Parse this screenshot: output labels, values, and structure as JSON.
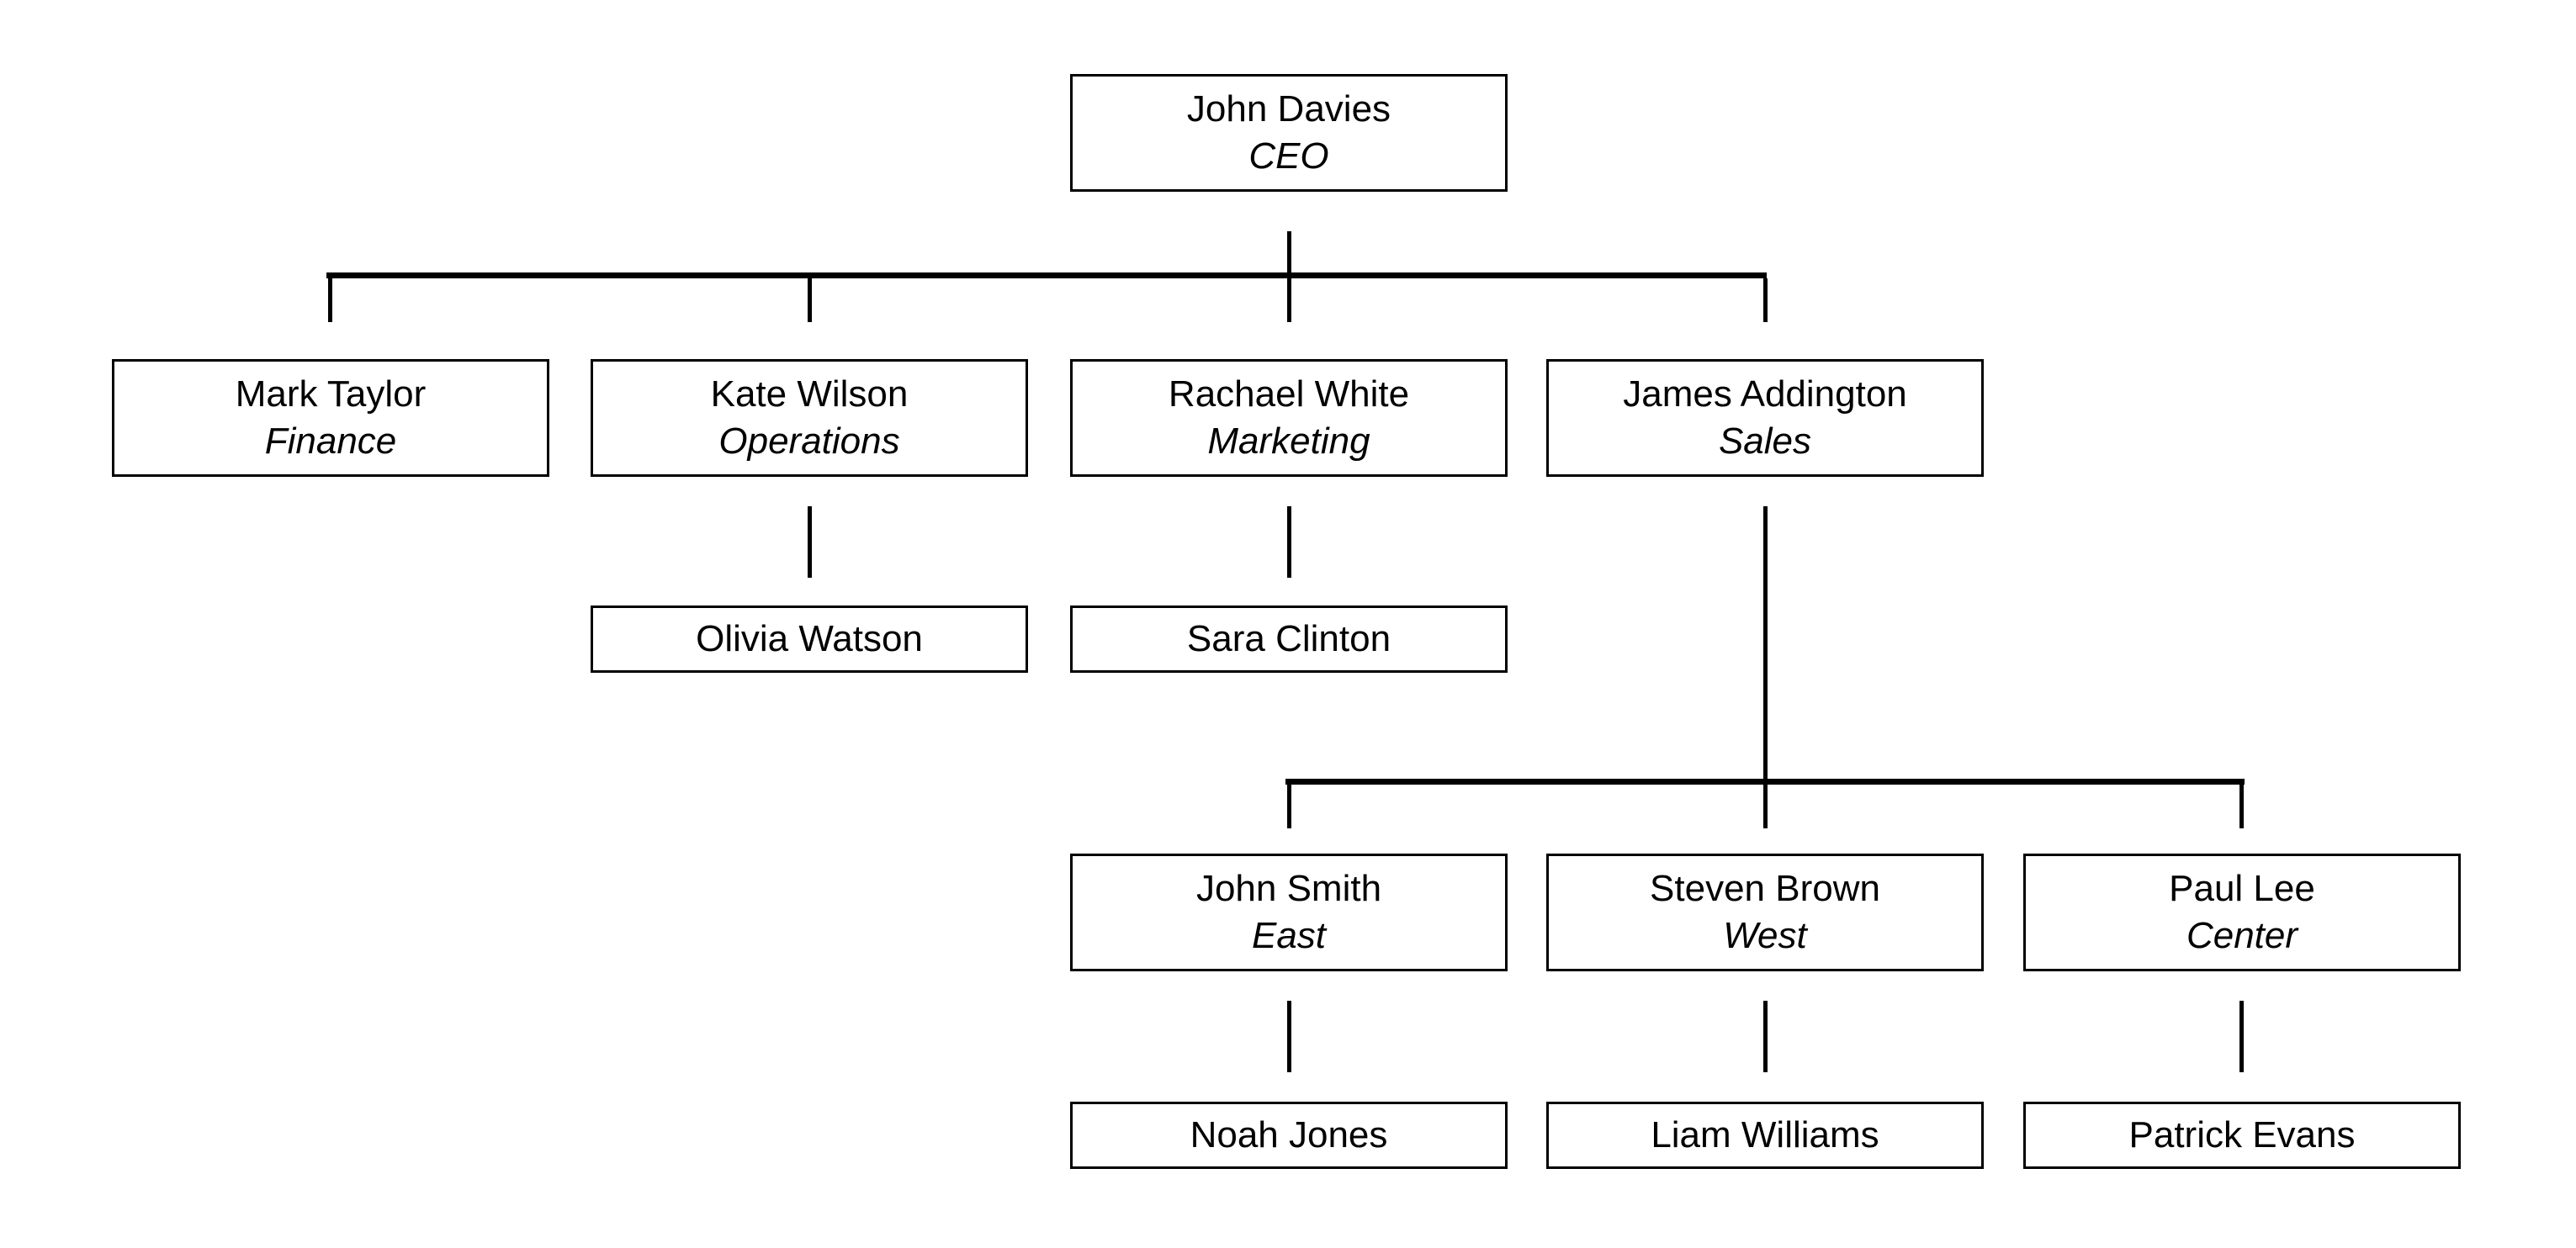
{
  "diagram_type": "org-chart",
  "colors": {
    "background": "#ffffff",
    "box_border": "#000000",
    "connector_line": "#000000",
    "text": "#000000"
  },
  "org": {
    "name": "John Davies",
    "role": "CEO",
    "children": [
      {
        "name": "Mark Taylor",
        "role": "Finance",
        "children": []
      },
      {
        "name": "Kate Wilson",
        "role": "Operations",
        "children": [
          {
            "name": "Olivia Watson"
          }
        ]
      },
      {
        "name": "Rachael White",
        "role": "Marketing",
        "children": [
          {
            "name": "Sara Clinton"
          }
        ]
      },
      {
        "name": "James Addington",
        "role": "Sales",
        "children": [
          {
            "name": "John Smith",
            "role": "East",
            "children": [
              {
                "name": "Noah Jones"
              }
            ]
          },
          {
            "name": "Steven Brown",
            "role": "West",
            "children": [
              {
                "name": "Liam Williams"
              }
            ]
          },
          {
            "name": "Paul Lee",
            "role": "Center",
            "children": [
              {
                "name": "Patrick Evans"
              }
            ]
          }
        ]
      }
    ]
  }
}
